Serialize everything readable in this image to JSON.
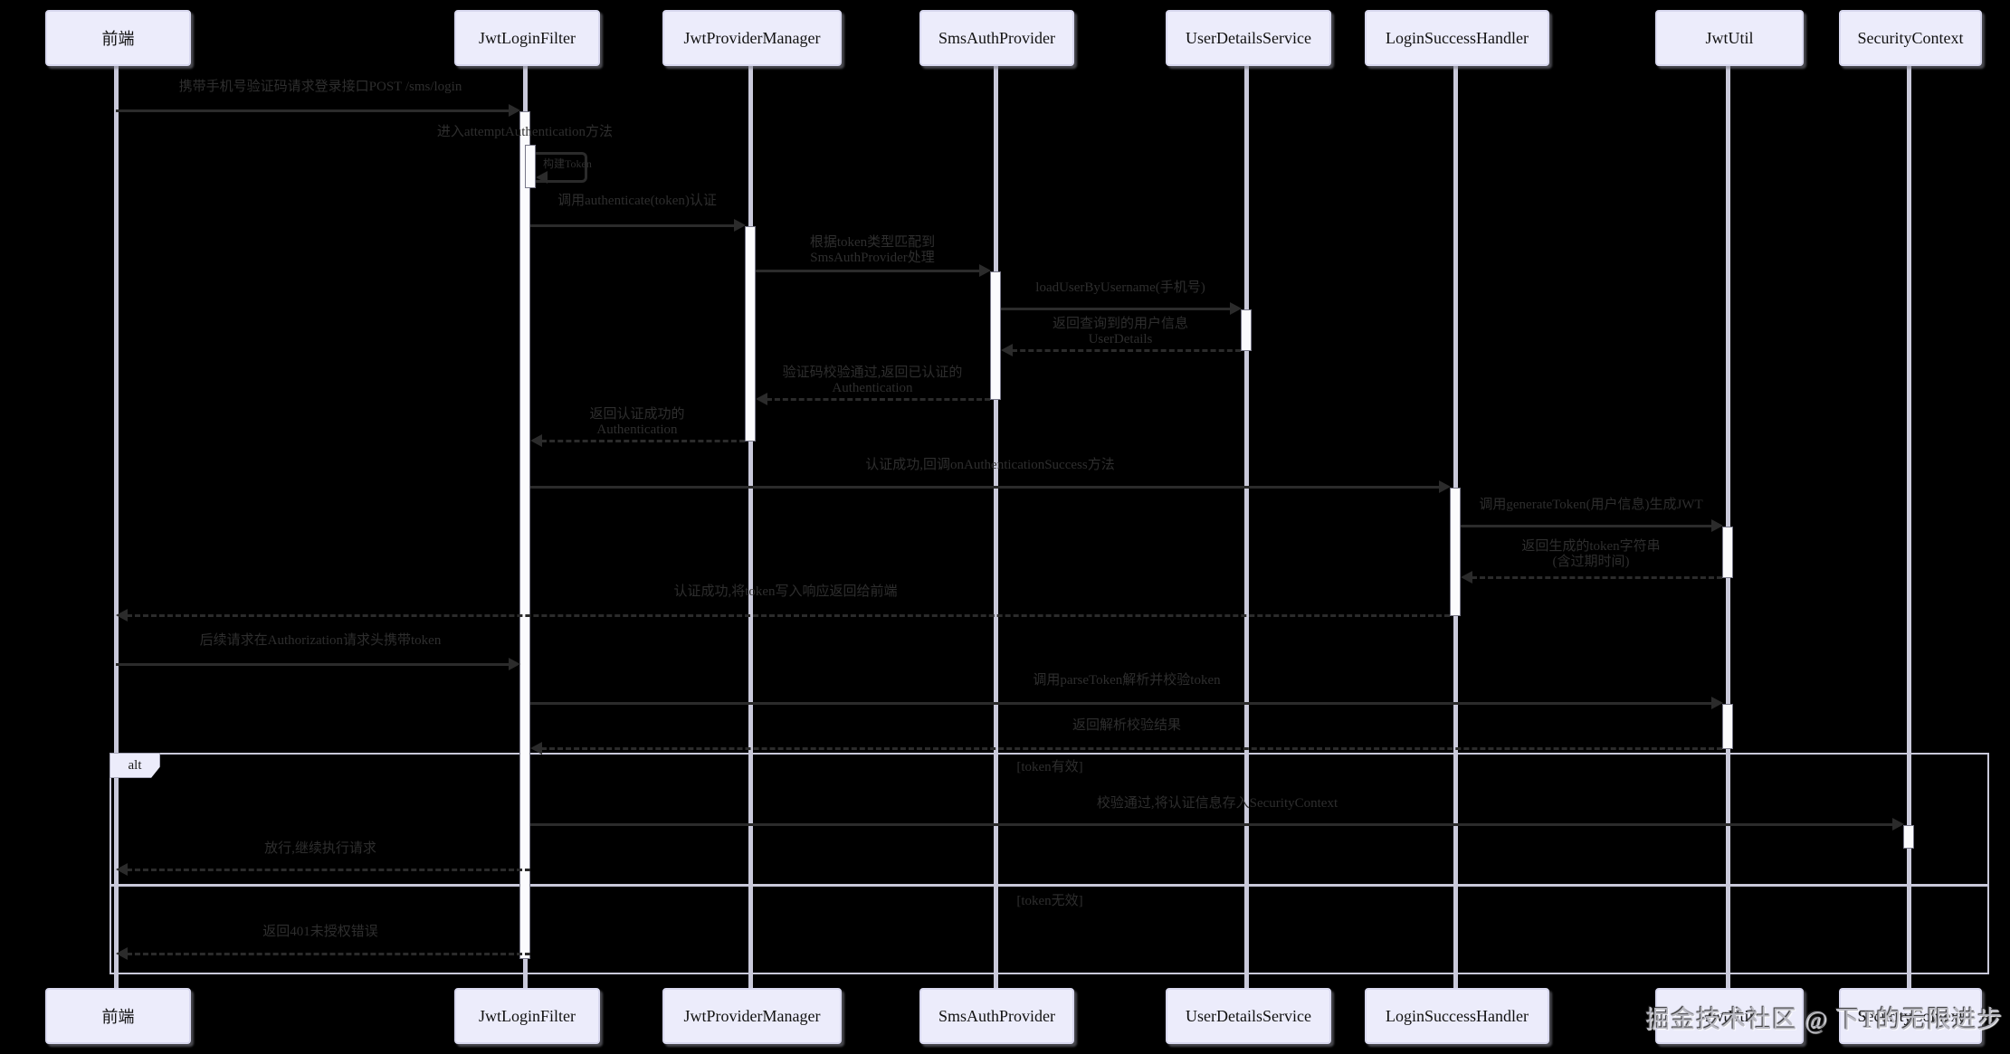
{
  "participants": [
    {
      "name": "前端"
    },
    {
      "name": "JwtLoginFilter"
    },
    {
      "name": "JwtProviderManager"
    },
    {
      "name": "SmsAuthProvider"
    },
    {
      "name": "UserDetailsService"
    },
    {
      "name": "LoginSuccessHandler"
    },
    {
      "name": "JwtUtil"
    },
    {
      "name": "SecurityContext"
    }
  ],
  "messages": [
    {
      "label": "携带手机号验证码请求登录接口POST /sms/login"
    },
    {
      "label": "进入attemptAuthentication方法"
    },
    {
      "label": "构建Token"
    },
    {
      "label": "调用authenticate(token)认证"
    },
    {
      "label": "根据token类型匹配到",
      "label2": "SmsAuthProvider处理"
    },
    {
      "label": "loadUserByUsername(手机号)"
    },
    {
      "label": "返回查询到的用户信息",
      "label2": "UserDetails"
    },
    {
      "label": "验证码校验通过,返回已认证的",
      "label2": "Authentication"
    },
    {
      "label": "返回认证成功的",
      "label2": "Authentication"
    },
    {
      "label": "认证成功,回调onAuthenticationSuccess方法"
    },
    {
      "label": "调用generateToken(用户信息)生成JWT"
    },
    {
      "label": "返回生成的token字符串",
      "label2": "(含过期时间)"
    },
    {
      "label": "认证成功,将token写入响应返回给前端"
    },
    {
      "label": "后续请求在Authorization请求头携带token"
    },
    {
      "label": "调用parseToken解析并校验token"
    },
    {
      "label": "返回解析校验结果"
    },
    {
      "label": "校验通过,将认证信息存入SecurityContext"
    },
    {
      "label": "放行,继续执行请求"
    },
    {
      "label": "返回401未授权错误"
    }
  ],
  "alt": {
    "label": "alt",
    "condition_if": "[token有效]",
    "condition_else": "[token无效]"
  },
  "watermark": "掘金技术社区 @ 下T的无限进步"
}
